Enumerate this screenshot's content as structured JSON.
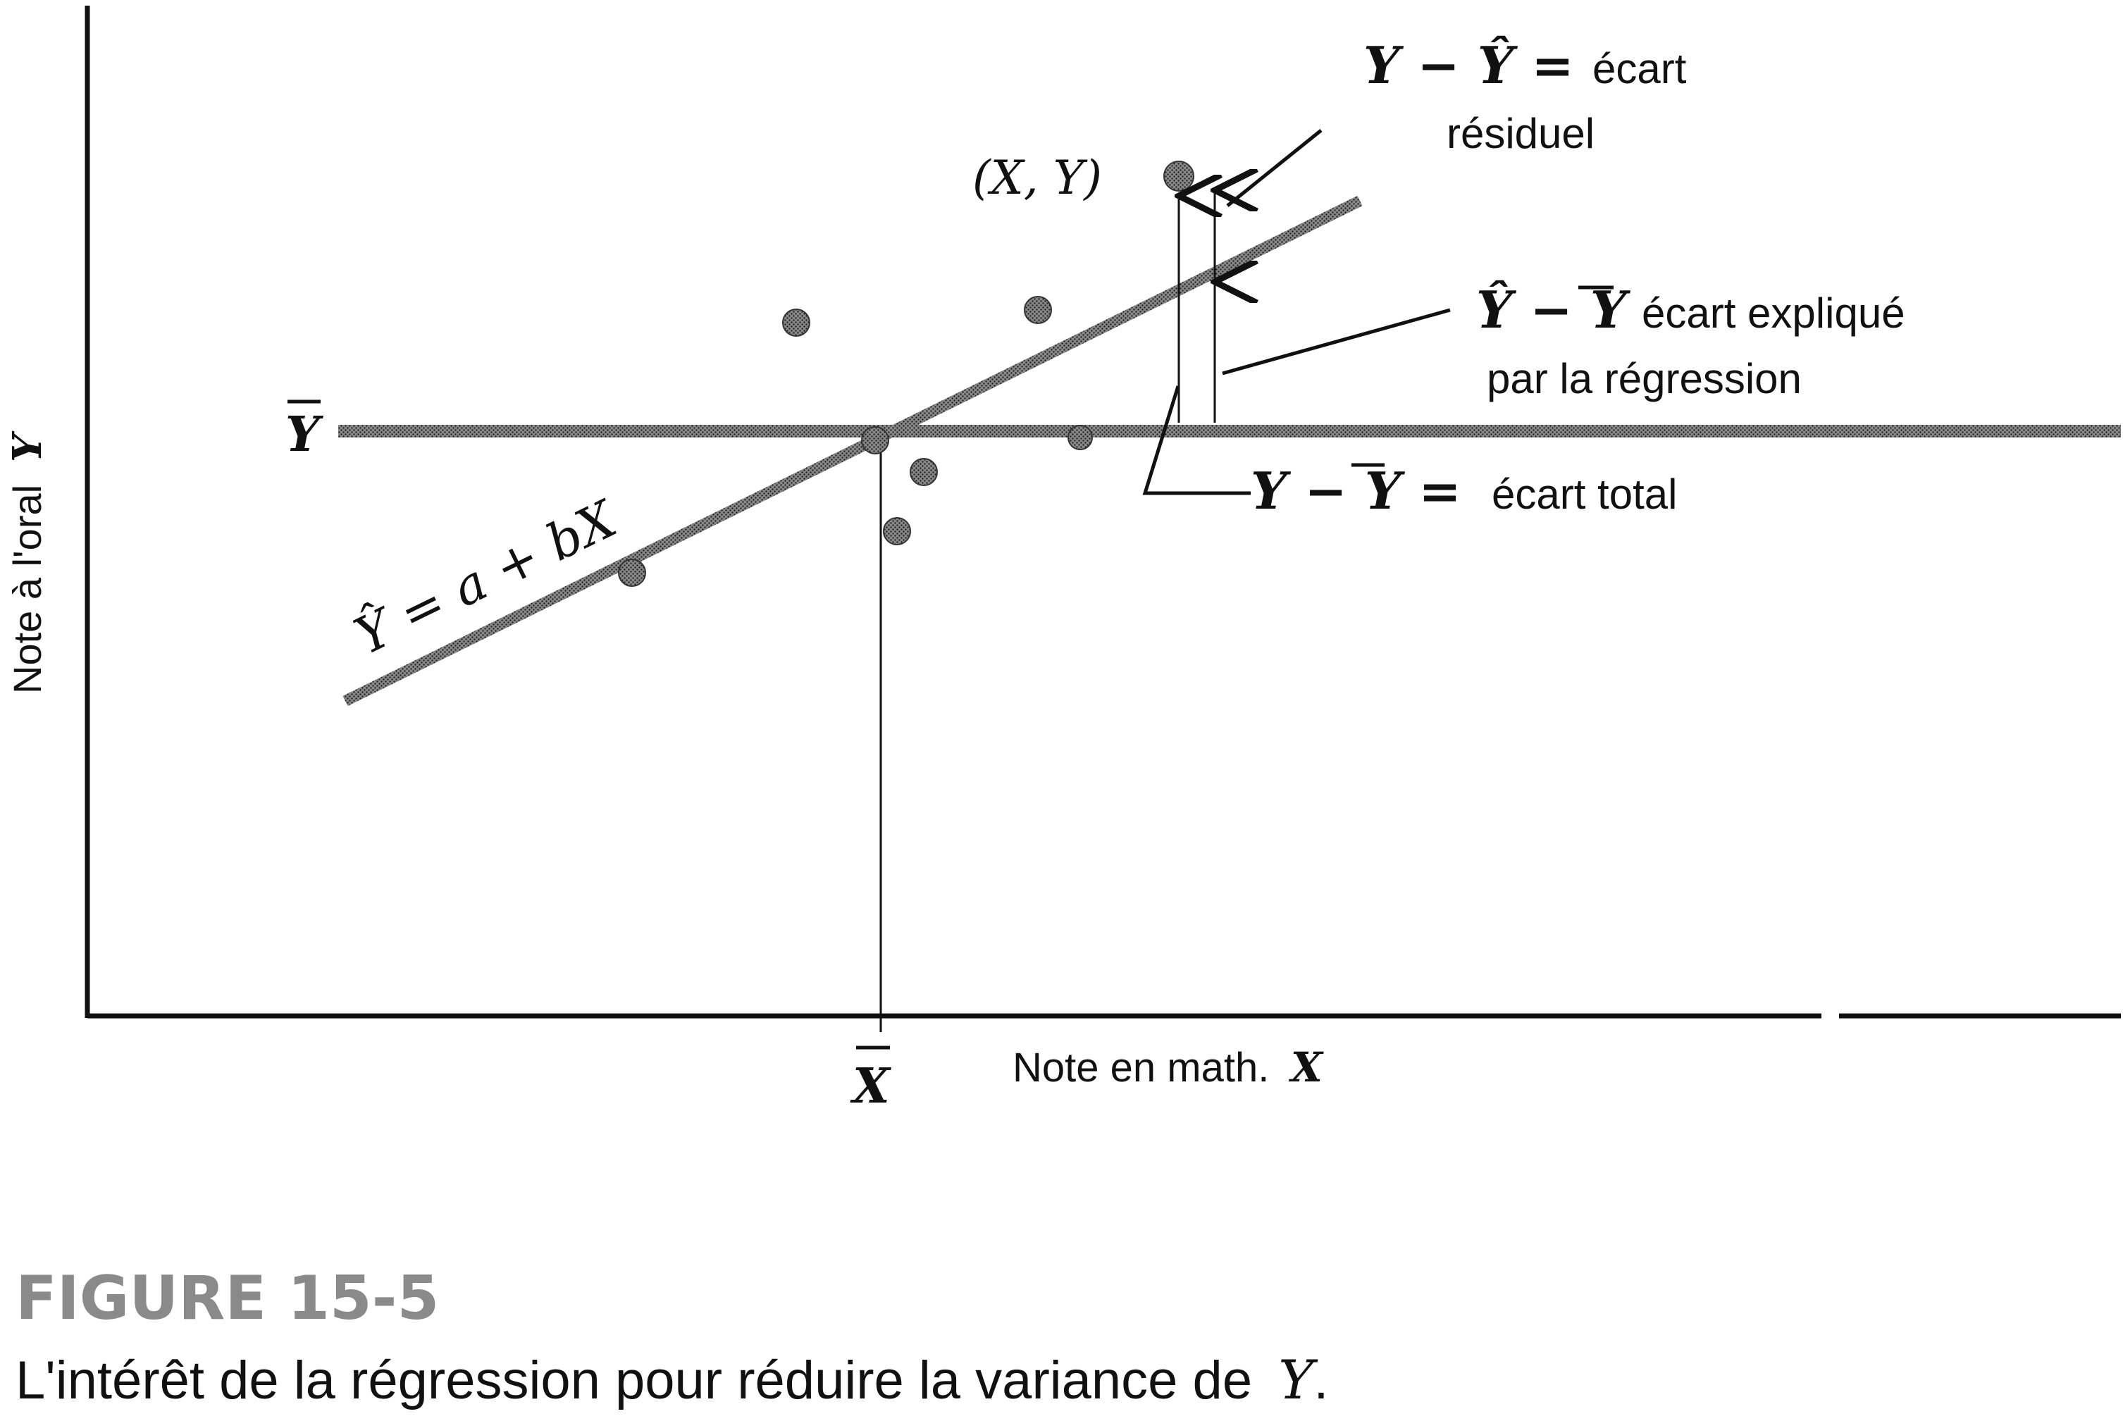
{
  "axes": {
    "x_label": "Note en math.",
    "x_label_var": "X",
    "y_label": "Note à l'oral",
    "y_label_var": "Y",
    "x_mean_label": "X",
    "y_mean_label": "Y"
  },
  "regression_line_label": "Ŷ = a + bX",
  "point_label": "(X, Y)",
  "annotations": {
    "residual": {
      "formula": "Y − Ŷ =",
      "text_line1": "écart",
      "text_line2": "résiduel"
    },
    "explained": {
      "formula": "Ŷ − Y",
      "text_line1": "écart expliqué",
      "text_line2": "par la régression"
    },
    "total": {
      "formula": "Y − Y =",
      "text": "écart total"
    }
  },
  "caption": {
    "figure_number": "FIGURE 15-5",
    "text_main": "L'intérêt de la régression pour réduire la variance de",
    "text_var": "Y",
    "text_end": "."
  },
  "colors": {
    "ink": "#111111",
    "stipple": "#555555",
    "caption_figure": "#8a8a8a"
  }
}
